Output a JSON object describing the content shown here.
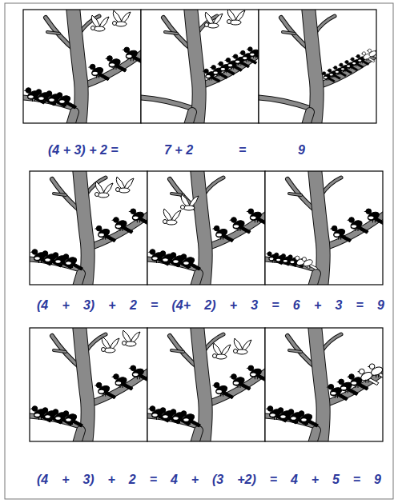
{
  "diagram": {
    "labels": [
      "(4 + 3) + 2 =",
      "7 + 2",
      "=",
      "9",
      "(4 + 3) + 2 = (4+ 2) + 3 = 6 + 3 = 9",
      "(4 + 3) + 2 = 4 + (3 +2) = 4 + 5 = 9"
    ]
  }
}
